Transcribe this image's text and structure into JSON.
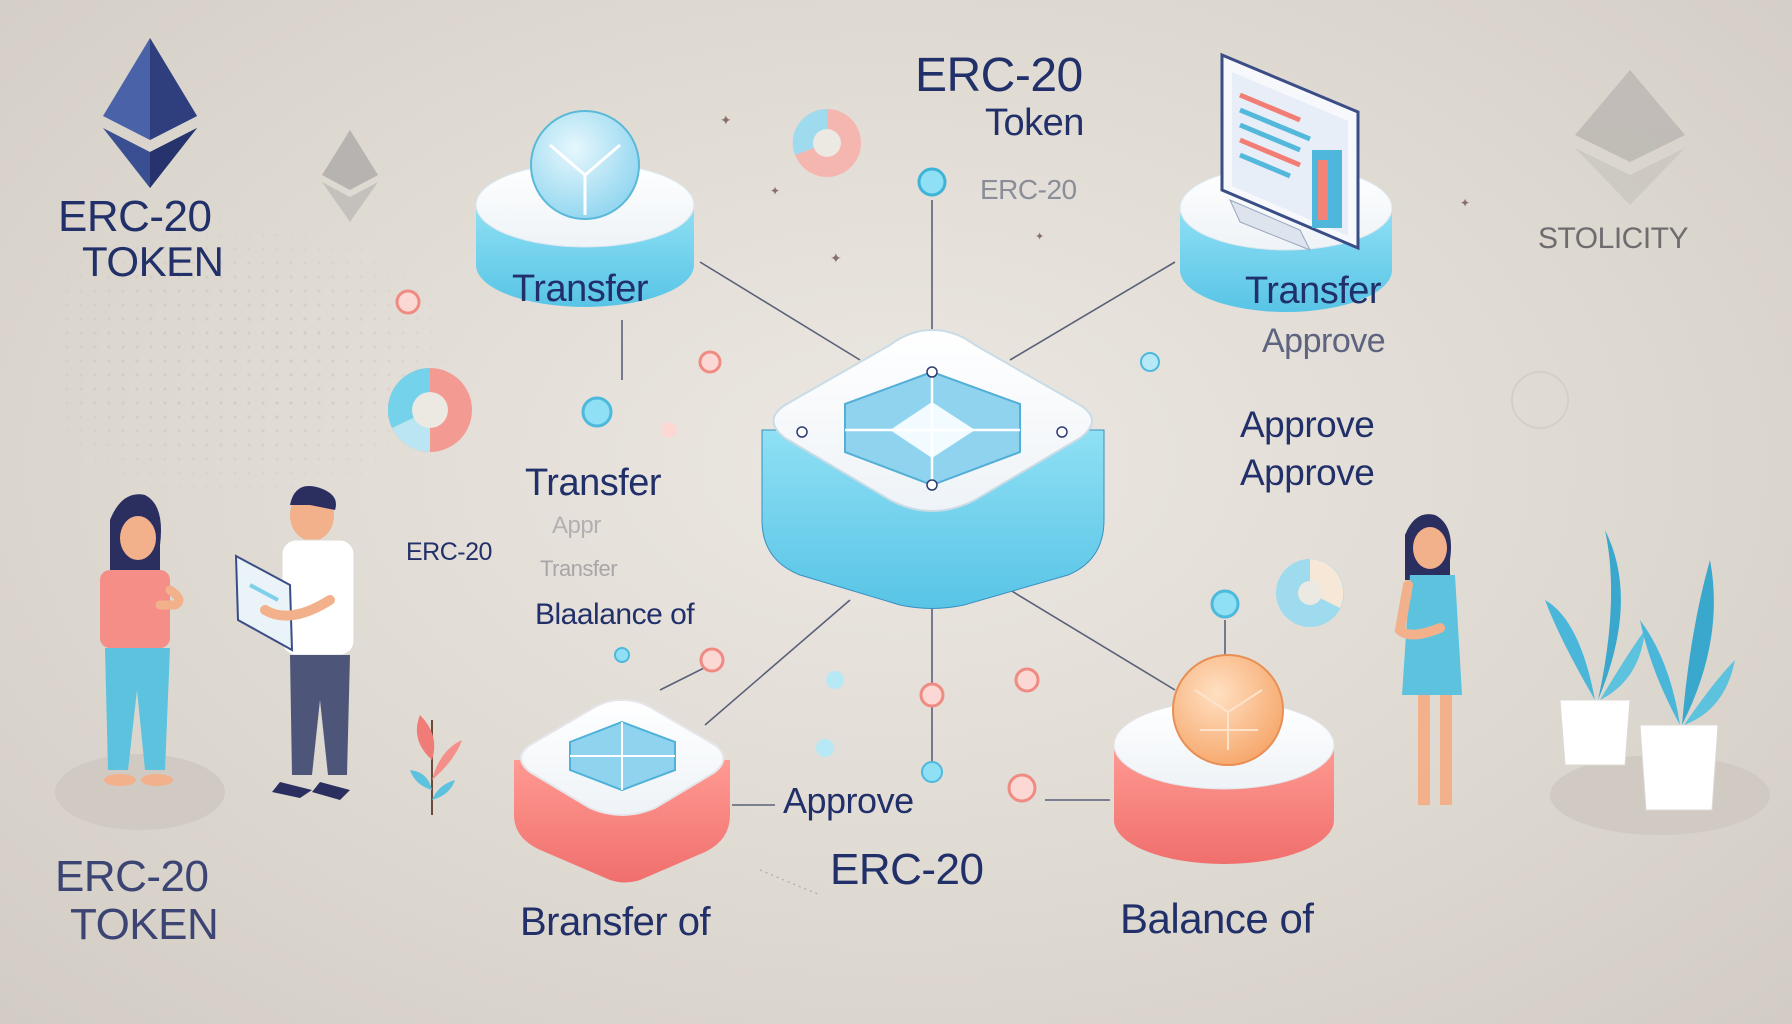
{
  "labels": {
    "left_title_1": "ERC-20",
    "left_title_2": "TOKEN",
    "top_title_1": "ERC-20",
    "top_title_2": "Token",
    "top_small": "ERC-20",
    "right_top": "STOLICITY",
    "node_tl": "Transfer",
    "node_tr": "Transfer",
    "node_tr_sub": "Approve",
    "right_approve_1": "Approve",
    "right_approve_2": "Approve",
    "mid_transfer": "Transfer",
    "mid_erc": "ERC-20",
    "mid_faded_1": "Appr",
    "mid_faded_2": "Transfer",
    "mid_balance": "Blaalance of",
    "bottom_approve": "Approve",
    "bottom_erc": "ERC-20",
    "bottom_left_node": "Bransfer of",
    "bottom_right_node": "Balance of",
    "bottom_left_title_1": "ERC-20",
    "bottom_left_title_2": "TOKEN"
  },
  "colors": {
    "background": "#ddd8d0",
    "text": "#22306a",
    "blue": "#6fd0ea",
    "coral": "#f37f7a",
    "navy": "#27306b",
    "ether": "#3d4f8f"
  },
  "icons": [
    "ethereum-icon",
    "pie-chart-icon",
    "monitor-icon",
    "plant-icon",
    "person-icon",
    "document-icon"
  ]
}
